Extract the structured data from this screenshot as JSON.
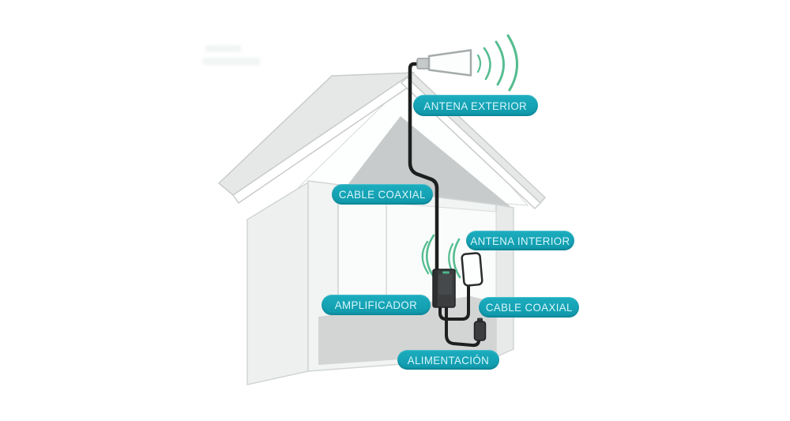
{
  "diagram": {
    "type": "cell-signal-booster-installation",
    "labels": {
      "antena_exterior": "ANTENA EXTERIOR",
      "cable_coaxial_top": "CABLE COAXIAL",
      "antena_interior": "ANTENA INTERIOR",
      "amplificador": "AMPLIFICADOR",
      "cable_coaxial_bottom": "CABLE COAXIAL",
      "alimentacion": "ALIMENTACIÓN"
    },
    "icons": [
      {
        "name": "house-illustration"
      },
      {
        "name": "exterior-antenna-icon"
      },
      {
        "name": "signal-waves-exterior-icon"
      },
      {
        "name": "coaxial-cable-line"
      },
      {
        "name": "amplifier-icon"
      },
      {
        "name": "signal-waves-interior-icon"
      },
      {
        "name": "interior-antenna-icon"
      },
      {
        "name": "antenna-cable-line"
      },
      {
        "name": "power-cable-line"
      },
      {
        "name": "power-adapter-icon"
      }
    ],
    "colors": {
      "background": "#ffffff",
      "label_background": "#17a6b8",
      "label_text": "#d9f6f9",
      "signal_wave_green": "#55bd90",
      "cable": "#1e1f1f",
      "house_wall": "#f2f4f4",
      "house_roof": "#e6e8e8",
      "gable_shadow": "#c8cbcb",
      "floor": "#d3d5d5",
      "device_dark": "#3b3d3f"
    }
  }
}
